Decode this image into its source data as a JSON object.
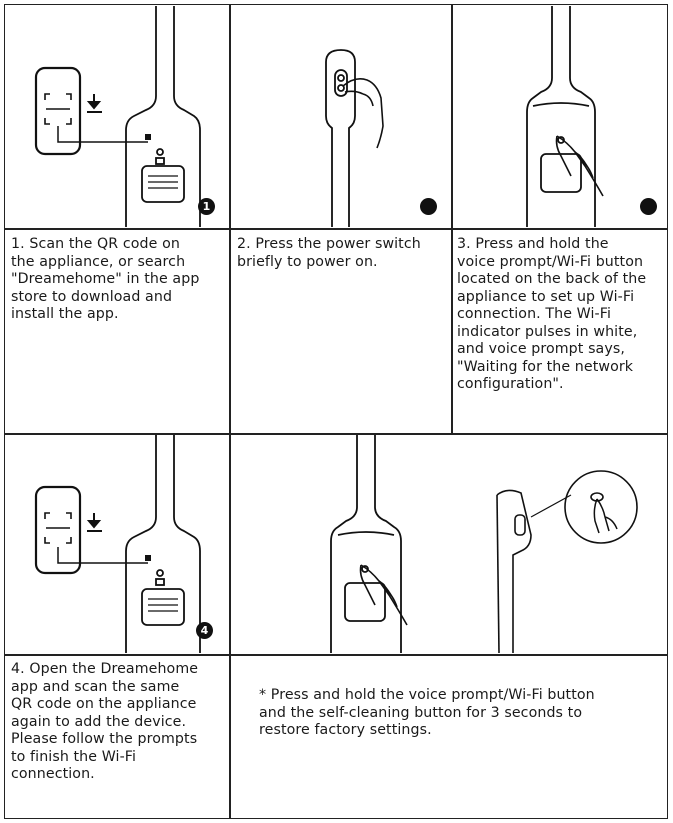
{
  "steps": [
    {
      "number": "1",
      "text": "1. Scan the QR code on\nthe appliance, or search\n\"Dreamehome\" in the app\nstore to download and\ninstall the app."
    },
    {
      "number": "",
      "text": "2. Press the power switch\nbriefly to power on."
    },
    {
      "number": "",
      "text": "3. Press and hold the\nvoice prompt/Wi-Fi button\nlocated on the back of the\nappliance to set up Wi-Fi\nconnection. The Wi-Fi\nindicator pulses in white,\nand voice prompt says,\n\"Waiting for the network\nconfiguration\"."
    },
    {
      "number": "4",
      "text": "4. Open the Dreamehome\napp and scan the same\nQR code on the appliance\nagain to add the device.\nPlease follow the prompts\nto finish the Wi-Fi\nconnection."
    }
  ],
  "note": "* Press and hold the voice prompt/Wi-Fi button\nand the self-cleaning button for 3 seconds to\nrestore factory settings.",
  "icons": [
    "phone-qr-icon",
    "download-arrow-icon",
    "hand-icon"
  ]
}
